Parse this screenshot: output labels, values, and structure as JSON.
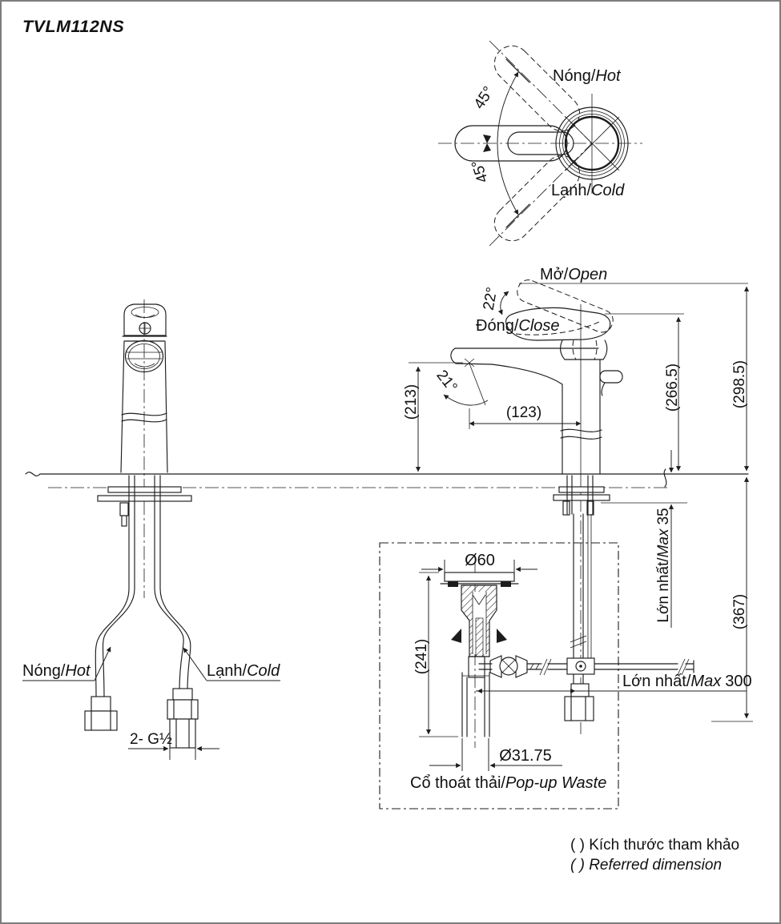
{
  "title": "TVLM112NS",
  "top_view": {
    "hot_vi": "Nóng/",
    "hot_en": "Hot",
    "cold_vi": "Lạnh/",
    "cold_en": "Cold",
    "angle_upper": "45°",
    "angle_lower": "45°"
  },
  "side_view": {
    "open_vi": "Mở/",
    "open_en": "Open",
    "close_vi": "Đóng/",
    "close_en": "Close",
    "handle_angle": "22°",
    "spout_angle": "21°",
    "dim_spout_height": "(213)",
    "dim_reach": "(123)",
    "dim_handle_height": "(266.5)",
    "dim_open_height": "(298.5)",
    "counter_max_vi": "Lớn nhất/",
    "counter_max_en": "Max",
    "counter_max_val": "35",
    "dim_below_counter": "(367)",
    "distance_max_vi": "Lớn nhất/",
    "distance_max_en": "Max",
    "distance_max_val": "300"
  },
  "front_view": {
    "hot_vi": "Nóng/",
    "hot_en": "Hot",
    "cold_vi": "Lạnh/",
    "cold_en": "Cold",
    "thread": "2- G½"
  },
  "popup_waste": {
    "dia_flange": "Ø60",
    "dim_height": "(241)",
    "dia_pipe": "Ø31.75",
    "label_vi": "Cổ thoát thải/",
    "label_en": "Pop-up Waste"
  },
  "legend": {
    "line1": "(  ) Kích thước tham khảo",
    "line2": "(  ) Referred dimension"
  },
  "colors": {
    "line": "#1c1c1c",
    "border": "#7d7d7d",
    "background": "#ffffff"
  }
}
